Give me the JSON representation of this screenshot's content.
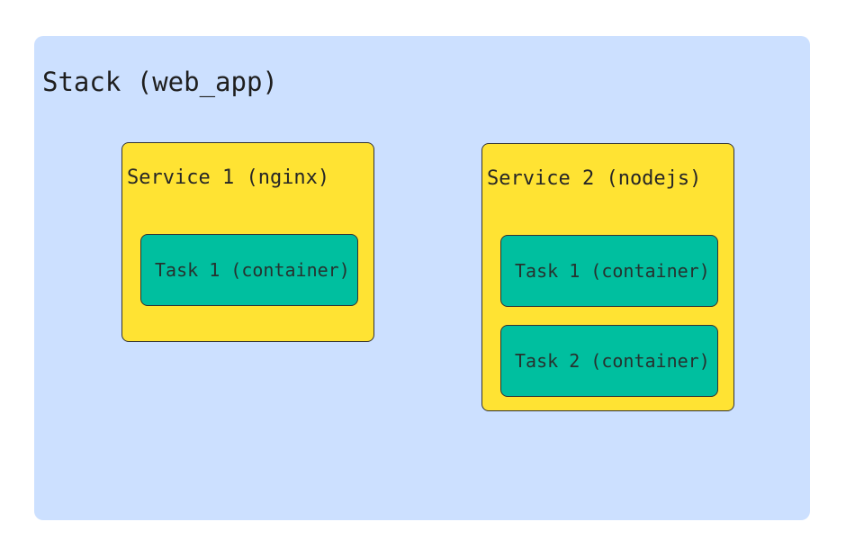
{
  "stack": {
    "label": "Stack (web_app)",
    "fill": "#cce0ff",
    "services": [
      {
        "label": "Service 1 (nginx)",
        "fill": "#ffe333",
        "border": "#333333",
        "tasks": [
          {
            "label": "Task 1 (container)",
            "fill": "#00bf9f"
          }
        ]
      },
      {
        "label": "Service 2 (nodejs)",
        "fill": "#ffe333",
        "border": "#333333",
        "tasks": [
          {
            "label": "Task 1 (container)",
            "fill": "#00bf9f"
          },
          {
            "label": "Task 2 (container)",
            "fill": "#00bf9f"
          }
        ]
      }
    ]
  }
}
